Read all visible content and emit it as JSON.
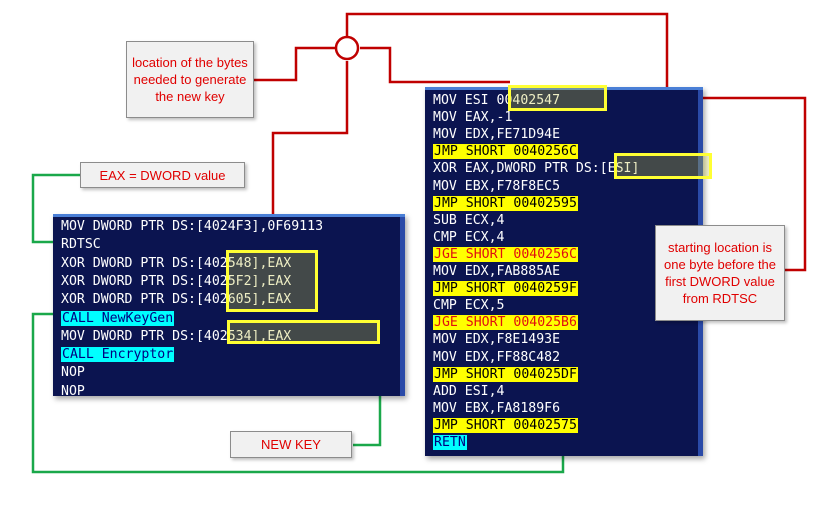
{
  "left_panel": {
    "lines": [
      {
        "text": "MOV DWORD PTR DS:[4024F3],0F69113"
      },
      {
        "text": "RDTSC"
      },
      {
        "text": "XOR DWORD PTR DS:[402548],EAX"
      },
      {
        "text": "XOR DWORD PTR DS:[4025F2],EAX"
      },
      {
        "text": "XOR DWORD PTR DS:[402605],EAX"
      },
      {
        "text": "CALL NewKeyGen",
        "hl": "cyan"
      },
      {
        "text": "MOV DWORD PTR DS:[402534],EAX"
      },
      {
        "text": "CALL Encryptor",
        "hl": "cyan"
      },
      {
        "text": "NOP"
      },
      {
        "text": "NOP"
      }
    ]
  },
  "right_panel": {
    "lines": [
      {
        "text": "MOV ESI 00402547"
      },
      {
        "text": "MOV EAX,-1"
      },
      {
        "text": "MOV EDX,FE71D94E"
      },
      {
        "text": "JMP SHORT 0040256C",
        "hl": "yellow"
      },
      {
        "text": "XOR EAX,DWORD PTR DS:[ESI]"
      },
      {
        "text": "MOV EBX,F78F8EC5"
      },
      {
        "text": "JMP SHORT 00402595",
        "hl": "yellow"
      },
      {
        "text": "SUB ECX,4"
      },
      {
        "text": "CMP ECX,4"
      },
      {
        "text": "JGE SHORT 0040256C",
        "hl": "red"
      },
      {
        "text": "MOV EDX,FAB885AE"
      },
      {
        "text": "JMP SHORT 0040259F",
        "hl": "yellow"
      },
      {
        "text": "CMP ECX,5"
      },
      {
        "text": "JGE SHORT 004025B6",
        "hl": "red"
      },
      {
        "text": "MOV EDX,F8E1493E"
      },
      {
        "text": "MOV EDX,FF88C482"
      },
      {
        "text": "JMP SHORT 004025DF",
        "hl": "yellow"
      },
      {
        "text": "ADD ESI,4"
      },
      {
        "text": "MOV EBX,FA8189F6"
      },
      {
        "text": "JMP SHORT 00402575",
        "hl": "yellow"
      },
      {
        "text": "RETN",
        "hl": "cyan"
      }
    ]
  },
  "callouts": {
    "bytes_location": "location of the bytes needed to generate the new key",
    "eax_dword": "EAX = DWORD value",
    "starting_location": "starting location is one byte before the first DWORD value from RDTSC",
    "new_key": "NEW KEY"
  },
  "colors": {
    "red_wire": "#c00000",
    "green_wire": "#1aa84a",
    "panel_bg": "#0b1450",
    "box_border": "#ffff33"
  }
}
